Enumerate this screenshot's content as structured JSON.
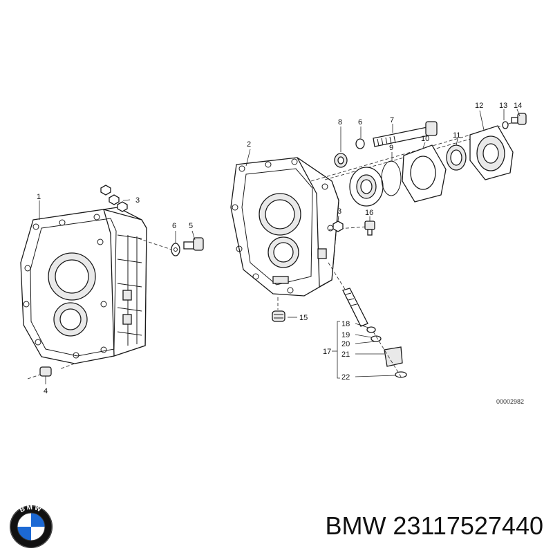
{
  "diagram": {
    "reference_number": "00002982",
    "callouts": [
      "1",
      "2",
      "3",
      "3",
      "4",
      "5",
      "6",
      "6",
      "7",
      "8",
      "9",
      "10",
      "11",
      "12",
      "13",
      "14",
      "15",
      "16",
      "17",
      "18",
      "19",
      "20",
      "21",
      "22"
    ]
  },
  "brand": {
    "logo_letters": "BMW",
    "caption": "BMW 23117527440",
    "colors": {
      "blue": "#1c69d4",
      "black": "#111111",
      "white": "#ffffff"
    }
  }
}
